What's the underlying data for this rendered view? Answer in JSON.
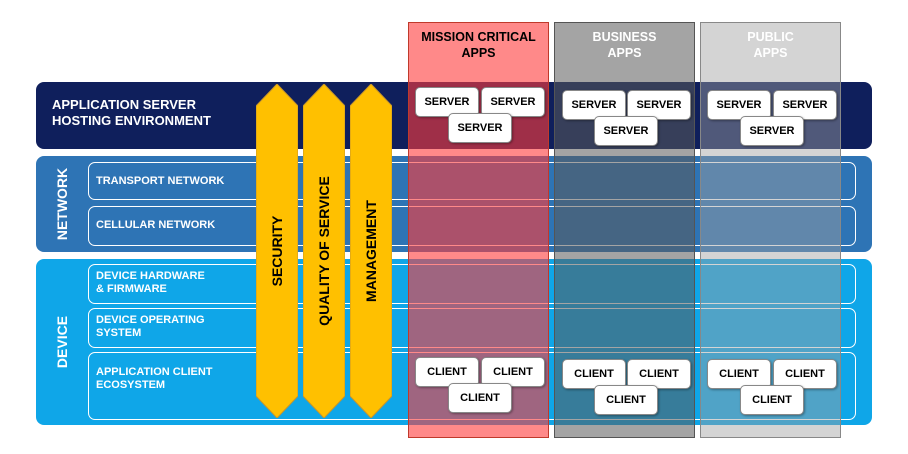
{
  "layers": {
    "app_server": {
      "label": "APPLICATION SERVER\nHOSTING ENVIRONMENT",
      "color": "#0f1f5c"
    },
    "network": {
      "label": "NETWORK",
      "color": "#2e74b5",
      "rows": [
        {
          "label": "TRANSPORT NETWORK"
        },
        {
          "label": "CELLULAR NETWORK"
        }
      ]
    },
    "device": {
      "label": "DEVICE",
      "color": "#0fa6e8",
      "rows": [
        {
          "label": "DEVICE HARDWARE\n& FIRMWARE"
        },
        {
          "label": "DEVICE OPERATING\nSYSTEM"
        },
        {
          "label": "APPLICATION CLIENT\nECOSYSTEM"
        }
      ]
    }
  },
  "pillars": {
    "color": "#ffc000",
    "items": [
      {
        "label": "SECURITY"
      },
      {
        "label": "QUALITY OF SERVICE"
      },
      {
        "label": "MANAGEMENT"
      }
    ]
  },
  "columns": [
    {
      "title": "MISSION CRITICAL\nAPPS",
      "color": "#ff3b3b",
      "title_color": "#000000",
      "servers": [
        "SERVER",
        "SERVER",
        "SERVER"
      ],
      "clients": [
        "CLIENT",
        "CLIENT",
        "CLIENT"
      ]
    },
    {
      "title": "BUSINESS\nAPPS",
      "color": "#5f5f5f",
      "title_color": "#ffffff",
      "servers": [
        "SERVER",
        "SERVER",
        "SERVER"
      ],
      "clients": [
        "CLIENT",
        "CLIENT",
        "CLIENT"
      ]
    },
    {
      "title": "PUBLIC\nAPPS",
      "color": "#9c9c9c",
      "title_color": "#ffffff",
      "servers": [
        "SERVER",
        "SERVER",
        "SERVER"
      ],
      "clients": [
        "CLIENT",
        "CLIENT",
        "CLIENT"
      ]
    }
  ]
}
